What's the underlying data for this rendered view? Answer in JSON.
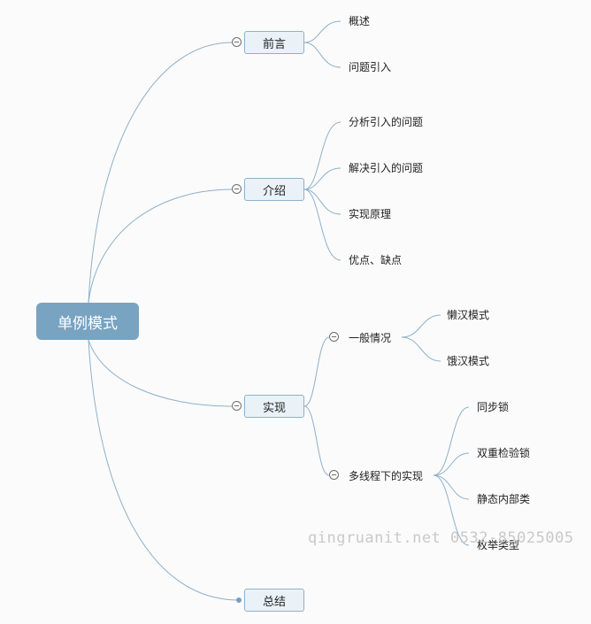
{
  "root": "单例模式",
  "branches": {
    "preface": {
      "label": "前言",
      "children": [
        "概述",
        "问题引入"
      ]
    },
    "intro": {
      "label": "介绍",
      "children": [
        "分析引入的问题",
        "解决引入的问题",
        "实现原理",
        "优点、缺点"
      ]
    },
    "impl": {
      "label": "实现",
      "general": {
        "label": "一般情况",
        "children": [
          "懒汉模式",
          "饿汉模式"
        ]
      },
      "multi": {
        "label": "多线程下的实现",
        "children": [
          "同步锁",
          "双重检验锁",
          "静态内部类",
          "枚举类型"
        ]
      }
    },
    "summary": {
      "label": "总结"
    }
  },
  "watermark": "qingruanit.net 0532-85025005",
  "colors": {
    "root_fill": "#78a3c1",
    "node_fill": "#eaf2f8",
    "node_border": "#8db1cb",
    "connector": "#8fb0c9"
  }
}
